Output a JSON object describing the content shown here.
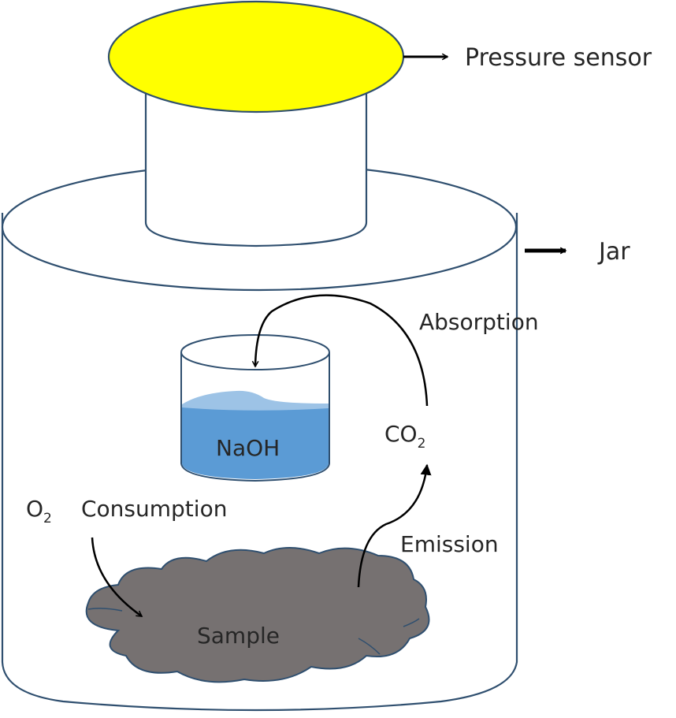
{
  "diagram": {
    "labels": {
      "pressure_sensor": "Pressure sensor",
      "jar": "Jar",
      "absorption": "Absorption",
      "naoh": "NaOH",
      "co2_main": "CO",
      "co2_sub": "2",
      "o2_main": "O",
      "o2_sub": "2",
      "consumption": "Consumption",
      "emission": "Emission",
      "sample": "Sample"
    },
    "colors": {
      "sensor_fill": "#ffff00",
      "outline": "#2f4f6f",
      "naoh_fill": "#5b9bd5",
      "naoh_surface": "#9dc3e6",
      "sample_fill": "#767171",
      "arrow": "#000000"
    },
    "components": [
      {
        "id": "pressure-sensor",
        "name": "Pressure sensor"
      },
      {
        "id": "jar",
        "name": "Jar"
      },
      {
        "id": "naoh-beaker",
        "name": "NaOH"
      },
      {
        "id": "sample",
        "name": "Sample"
      }
    ],
    "flows": [
      {
        "from": "O2",
        "to": "Sample",
        "label": "Consumption"
      },
      {
        "from": "Sample",
        "to": "CO2",
        "label": "Emission"
      },
      {
        "from": "CO2",
        "to": "NaOH",
        "label": "Absorption"
      }
    ]
  }
}
